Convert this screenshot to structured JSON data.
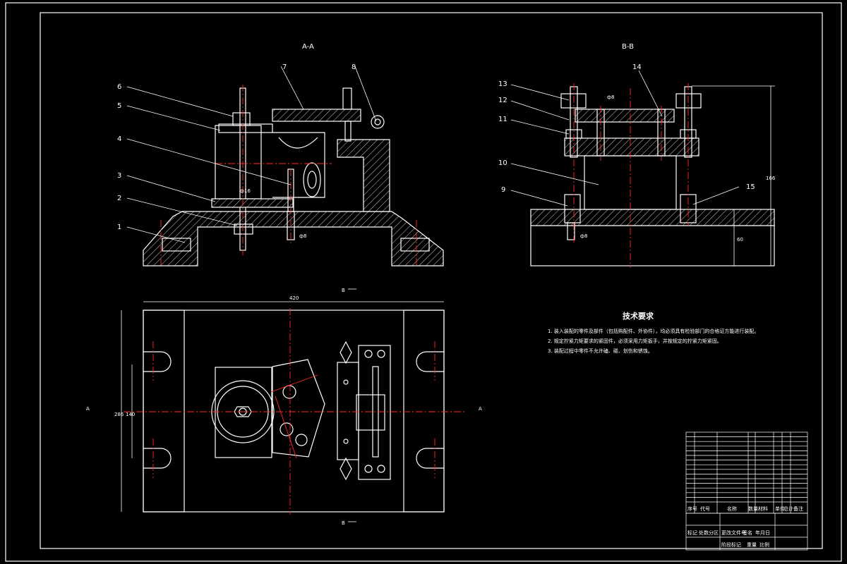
{
  "views": {
    "section_aa": "A-A",
    "section_bb": "B-B",
    "section_mark_top": "B",
    "section_mark_bottom": "B",
    "section_mark_left": "A",
    "section_mark_right": "A"
  },
  "callouts_aa": [
    "1",
    "2",
    "3",
    "4",
    "5",
    "6",
    "7",
    "8"
  ],
  "callouts_bb": [
    "9",
    "10",
    "11",
    "12",
    "13",
    "14",
    "15"
  ],
  "technical_requirements": {
    "title": "技术要求",
    "items": [
      "1. 装入装配的零件及部件（包括购配件、外协件），均必须具有检验部门的合格证方能进行装配。",
      "2. 规定拧紧力矩要求的紧固件，必须采用力矩扳手，并按规定的拧紧力矩紧固。",
      "3. 装配过程中零件不允许磕、碰、划伤和锈蚀。"
    ]
  },
  "title_block": {
    "header_labels": [
      "序号",
      "代号",
      "名称",
      "数量",
      "材料",
      "单件",
      "总计",
      "备注"
    ],
    "bottom_labels": [
      "标记",
      "处数",
      "分区",
      "更改文件号",
      "签名",
      "年月日",
      "阶段标记",
      "重量",
      "比例"
    ]
  }
}
